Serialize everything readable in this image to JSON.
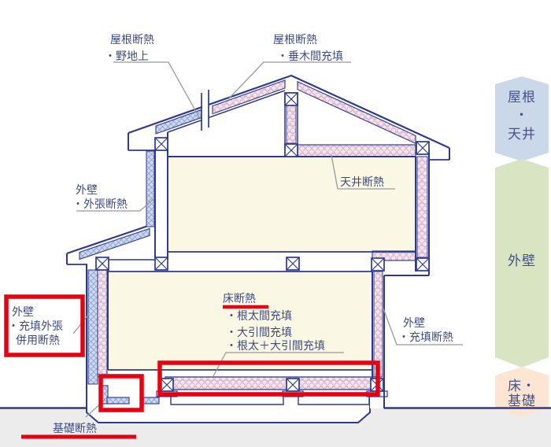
{
  "diagram_labels": {
    "roof_left": {
      "l1": "屋根断熱",
      "l2": "・野地上"
    },
    "roof_right": {
      "l1": "屋根断熱",
      "l2": "・垂木間充填"
    },
    "wall_upper_left": {
      "l1": "外壁",
      "l2": "・外張断熱"
    },
    "ceiling": {
      "l1": "天井断熱"
    },
    "floor": {
      "l1": "床断熱",
      "l2": "・根太間充填",
      "l3": "・大引間充填",
      "l4": "・根太＋大引間充填"
    },
    "wall_lower_left": {
      "l1": "外壁",
      "l2": "・充填外張",
      "l3": "併用断熱"
    },
    "wall_right": {
      "l1": "外壁",
      "l2": "・充填断熱"
    },
    "foundation": {
      "l1": "基礎断熱"
    }
  },
  "sidebar": {
    "roof_ceiling": {
      "l1": "屋根",
      "l2": "・",
      "l3": "天井",
      "color": "#cbd8ea"
    },
    "wall": {
      "l1": "外壁",
      "color": "#d9e4c3"
    },
    "floor_foundation": {
      "l1": "床・",
      "l2": "基礎",
      "color": "#fce5d2"
    }
  },
  "colors": {
    "outline_navy": "#2e3a8c",
    "label_text": "#3e4b7e",
    "room_fill": "#faf8e4",
    "insulation_blue_fill": "#cdd9ee",
    "insulation_blue_stroke": "#8b9ccf",
    "insulation_pink_fill": "#f6e4ea",
    "insulation_pink_stroke": "#c9a8c8",
    "annotation_red": "#e60012",
    "ground_gray": "#ececec",
    "leader_gray": "#999999"
  }
}
